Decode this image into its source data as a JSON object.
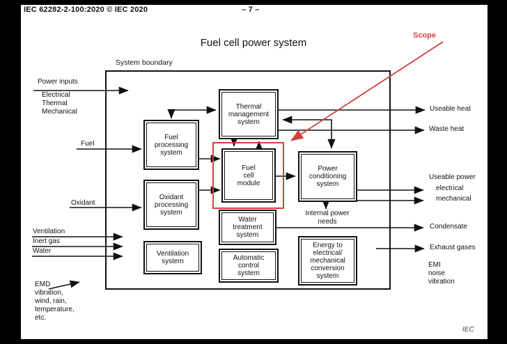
{
  "header": {
    "doc_ref": "IEC 62282-2-100:2020 © IEC 2020",
    "page_number": "– 7 –"
  },
  "figure": {
    "title": "Fuel cell power system",
    "boundary_label": "System boundary",
    "scope_label": "Scope",
    "credit": "IEC"
  },
  "boxes": {
    "fuel_processing": "Fuel\nprocessing\nsystem",
    "oxidant_processing": "Oxidant\nprocessing\nsystem",
    "ventilation": "Ventilation\nsystem",
    "thermal_management": "Thermal\nmanagement\nsystem",
    "fuel_cell_module": "Fuel\ncell\nmodule",
    "water_treatment": "Water\ntreatment\nsystem",
    "automatic_control": "Automatic\ncontrol\nsystem",
    "power_conditioning": "Power\nconditioning\nsystem",
    "energy_conversion": "Energy to\nelectrical/\nmechanical\nconversion\nsystem"
  },
  "inputs": {
    "power_inputs": "Power inputs",
    "power_inputs_types": "Electrical\nThermal\nMechanical",
    "fuel": "Fuel",
    "oxidant": "Oxidant",
    "ventilation": "Ventilation",
    "inert_gas": "Inert gas",
    "water": "Water",
    "environment": "EMD\nvibration,\nwind, rain,\ntemperature,\netc."
  },
  "outputs": {
    "useable_heat": "Useable heat",
    "waste_heat": "Waste heat",
    "useable_power": "Useable power",
    "useable_power_electrical": "electrical",
    "useable_power_mechanical": "mechanical",
    "internal_power": "Internal power\nneeds",
    "condensate": "Condensate",
    "exhaust_gases": "Exhaust gases",
    "emissions": "EMI\nnoise\nvibration"
  },
  "colors": {
    "scope_red": "#d43f3f",
    "line_black": "#111111",
    "page_background": "#ffffff"
  }
}
